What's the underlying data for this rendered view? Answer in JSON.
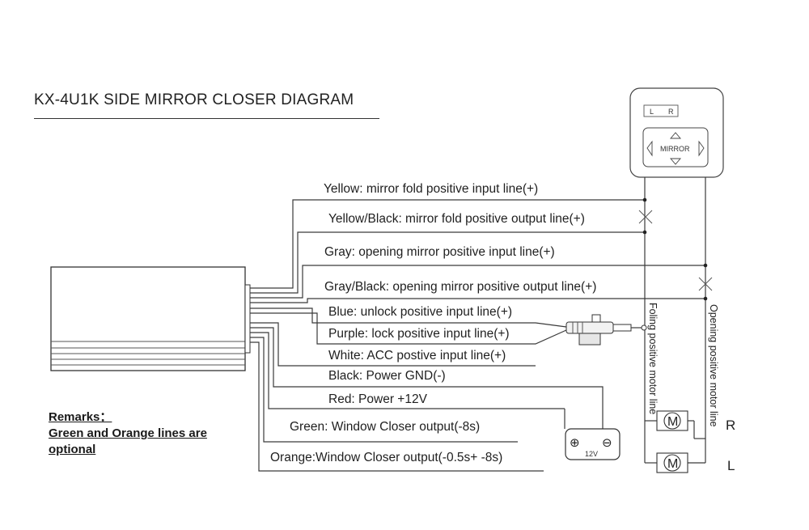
{
  "title": "KX-4U1K SIDE MIRROR CLOSER DIAGRAM",
  "wires": [
    {
      "label": "Yellow: mirror fold positive input line(+)"
    },
    {
      "label": "Yellow/Black: mirror fold positive output line(+)"
    },
    {
      "label": "Gray: opening mirror positive input line(+)"
    },
    {
      "label": "Gray/Black: opening mirror  positive output line(+)"
    },
    {
      "label": "Blue: unlock positive input line(+)"
    },
    {
      "label": "Purple: lock positive input line(+)"
    },
    {
      "label": "White: ACC postive input line(+)"
    },
    {
      "label": "Black:  Power GND(-)"
    },
    {
      "label": "Red: Power +12V"
    },
    {
      "label": "Green: Window Closer output(-8s)"
    },
    {
      "label": "Orange:Window Closer output(-0.5s+ -8s)"
    }
  ],
  "remarks": {
    "line1": "Remarks：",
    "line2": "Green and Orange lines are",
    "line3": "optional"
  },
  "mirror_switch": {
    "left_label": "L",
    "right_label": "R",
    "center_label": "MIRROR"
  },
  "motor_lines": {
    "folding": "Foling positive motor line",
    "opening": "Opening positive motor line"
  },
  "motors": {
    "symbol": "M",
    "right_label": "R",
    "left_label": "L"
  },
  "battery": {
    "plus": "⊕",
    "minus": "⊖",
    "voltage": "12V"
  }
}
